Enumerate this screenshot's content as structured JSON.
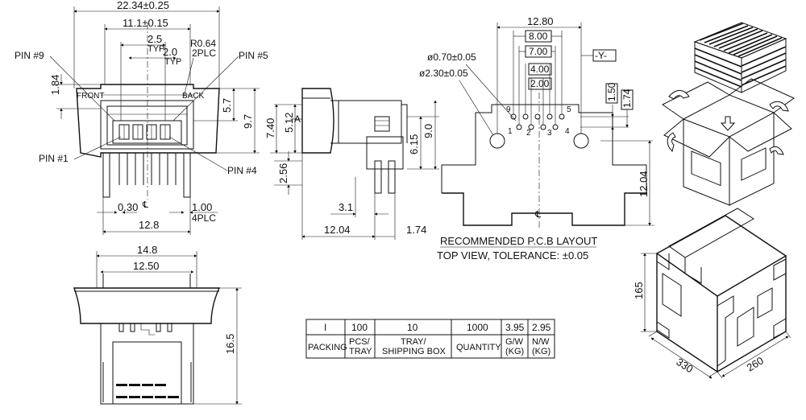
{
  "front_view": {
    "dim_overall": "22.34±0.25",
    "dim_inner": "11.1±0.15",
    "dim_pitch": "2.5",
    "dim_pitch_note": "TYP",
    "dim_pin_space": "2.0",
    "dim_pin_space_note": "TYP",
    "radius": "R0.64",
    "radius_note": "2PLC",
    "pin9": "PIN #9",
    "pin5": "PIN #5",
    "pin1": "PIN #1",
    "pin4": "PIN #4",
    "front_label": "FRONT",
    "back_label": "BACK",
    "dim_184": "1.84",
    "dim_57": "5.7",
    "dim_97": "9.7",
    "dim_030": "0.30",
    "dim_100": "1.00",
    "dim_100_note": "4PLC",
    "dim_128": "12.8",
    "centerline": "℄"
  },
  "side_view": {
    "dim_740": "7.40",
    "dim_512": "5.12",
    "dim_615": "6.15",
    "dim_90": "9.0",
    "dim_256": "2.56",
    "dim_31": "3.1",
    "dim_1204": "12.04",
    "dim_174": "1.74"
  },
  "bottom_view": {
    "dim_148": "14.8",
    "dim_1250": "12.50",
    "dim_165": "16.5"
  },
  "pcb_layout": {
    "dim_1280": "12.80",
    "dim_800": "8.00",
    "dim_700": "7.00",
    "dim_400": "4.00",
    "dim_200": "2.00",
    "datum": "-Y-",
    "hole_small": "ø0.70±0.05",
    "hole_large": "ø2.30±0.05",
    "dim_150": "1.50",
    "dim_174": "1.74",
    "dim_1204": "12.04",
    "pin_top": [
      "9",
      "5"
    ],
    "pin_bottom": [
      "1",
      "2",
      "3",
      "4"
    ],
    "centerline": "℄",
    "caption1": "RECOMMENDED P.C.B LAYOUT",
    "caption2": "TOP VIEW, TOLERANCE: ±0.05"
  },
  "packing_table": {
    "row1": [
      "I",
      "100",
      "10",
      "1000",
      "3.95",
      "2.95"
    ],
    "row2_c1": "PACKING",
    "row2_c2": [
      "PCS/",
      "TRAY"
    ],
    "row2_c3": [
      "TRAY/",
      "SHIPPING BOX"
    ],
    "row2_c4": "QUANTITY",
    "row2_c5": [
      "G/W",
      "(KG)"
    ],
    "row2_c6": [
      "N/W",
      "(KG)"
    ]
  },
  "carton": {
    "height": "165",
    "length": "330",
    "width": "260"
  }
}
